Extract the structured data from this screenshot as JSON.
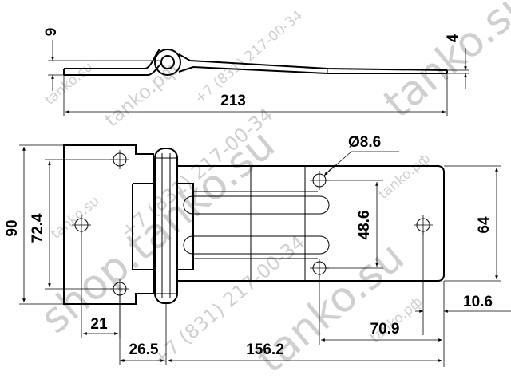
{
  "dimensions": {
    "thickness_top": "9",
    "thickness_right": "4",
    "overall_length": "213",
    "hole_diameter": "Ø8.6",
    "height_total": "90",
    "height_holes_left": "72.4",
    "slot_spacing": "48.6",
    "height_right_plate": "64",
    "edge_offset_right": "10.6",
    "hole_offset_left": "21",
    "hinge_offset": "26.5",
    "right_plate_length": "156.2",
    "hole_offset_right": "70.9"
  },
  "watermarks": {
    "site_su": "tanko.su",
    "site_rf": "tanko.рф",
    "shop": "shop.tanko.su",
    "phone": "+7 (831) 217-00-34",
    "phone_short": "+7 (831) 217-00-34",
    "brand": "tanko.su"
  }
}
